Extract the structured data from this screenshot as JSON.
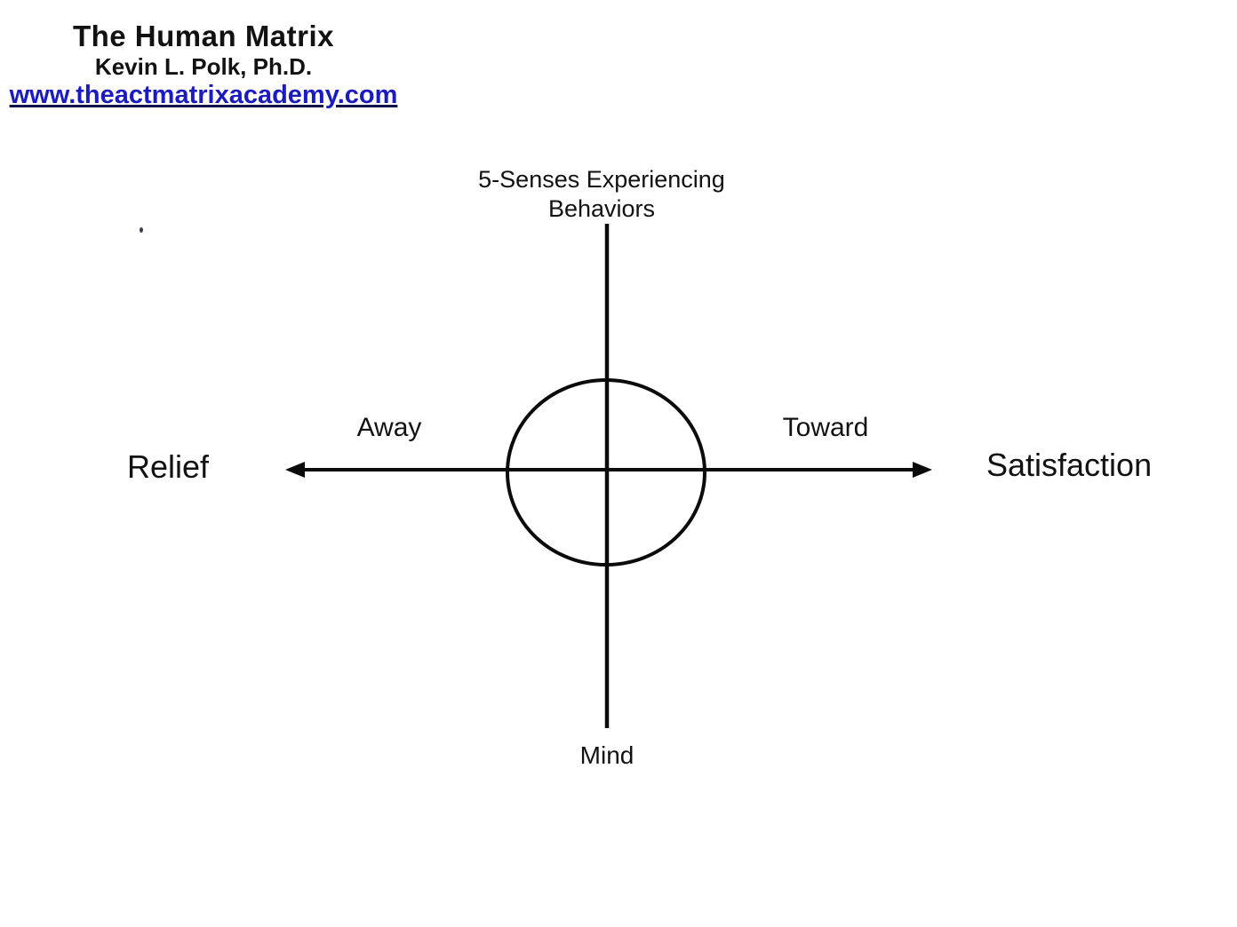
{
  "header": {
    "title": "The Human Matrix",
    "author": "Kevin L. Polk, Ph.D.",
    "link": "www.theactmatrixacademy.com"
  },
  "diagram": {
    "top_label_line1": "5-Senses Experiencing",
    "top_label_line2": "Behaviors",
    "bottom_label": "Mind",
    "left_label": "Relief",
    "right_label": "Satisfaction",
    "left_direction_label": "Away",
    "right_direction_label": "Toward"
  },
  "colors": {
    "link_blue": "#1b1bc0",
    "link_underline": "#10104a",
    "line_ink": "#0b0b0b",
    "background": "#ffffff"
  }
}
